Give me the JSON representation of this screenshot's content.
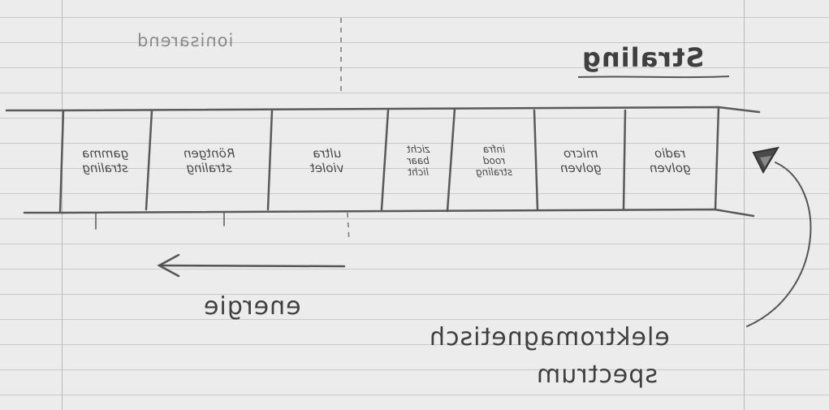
{
  "title": "Straling",
  "annotation_top": "ionisarend",
  "spectrum_cells": [
    {
      "text": "radio\ngolven"
    },
    {
      "text": "micro\ngolven"
    },
    {
      "text": "infra\nrood\nstraling"
    },
    {
      "text": "zicht\nbaar\nlicht"
    },
    {
      "text": "ultra\nviolet"
    },
    {
      "text": "Röntgen\nstraling"
    },
    {
      "text": "gamma\nstraling"
    }
  ],
  "energy_label": "energie",
  "caption": {
    "line1": "elektromagnetisch",
    "line2": "spectrum"
  },
  "colors": {
    "paper": "#ececec",
    "rule": "#c9c9c9",
    "pencil": "#4a4a4a"
  }
}
